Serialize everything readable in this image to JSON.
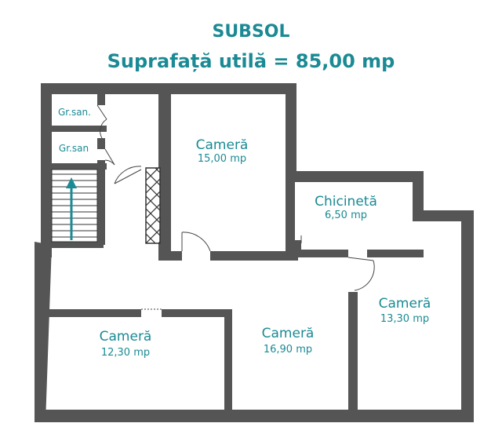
{
  "header": {
    "title": "SUBSOL",
    "area": "Suprafață utilă = 85,00 mp"
  },
  "rooms": [
    {
      "key": "gr1",
      "name": "Gr.san.",
      "area": ""
    },
    {
      "key": "gr2",
      "name": "Gr.san",
      "area": ""
    },
    {
      "key": "camera15",
      "name": "Cameră",
      "area": "15,00 mp"
    },
    {
      "key": "chicineta",
      "name": "Chicinetă",
      "area": "6,50 mp"
    },
    {
      "key": "camera13",
      "name": "Cameră",
      "area": "13,30 mp"
    },
    {
      "key": "camera12",
      "name": "Cameră",
      "area": "12,30 mp"
    },
    {
      "key": "camera16",
      "name": "Cameră",
      "area": "16,90 mp"
    }
  ],
  "colors": {
    "title": "#1a8a94",
    "wall": "#555555",
    "stair_arrow": "#1a8a94"
  },
  "icons": [
    "stair-arrow-icon",
    "door-swing-icon"
  ]
}
